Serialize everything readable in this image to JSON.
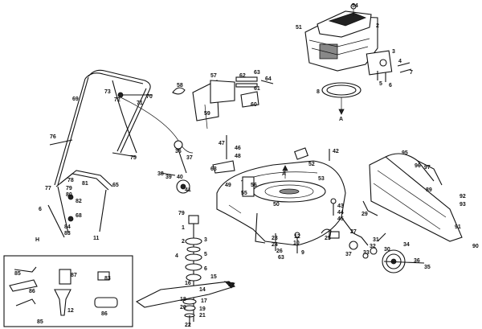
{
  "labels": {
    "l1": "1",
    "l2": "2",
    "l3": "3",
    "l4": "4",
    "l5": "5",
    "l6": "6",
    "l7": "7",
    "l8": "8",
    "l9": "9",
    "l10": "10",
    "l11": "11",
    "l12": "12",
    "l13": "13",
    "l14": "14",
    "l15": "15",
    "l16": "16",
    "l17": "17",
    "l18": "18",
    "l19": "19",
    "l20": "20",
    "l21": "21",
    "l22": "22",
    "l23": "23",
    "l24": "24",
    "l25": "25",
    "l26": "26",
    "l27": "27",
    "l28": "28",
    "l29": "29",
    "l30": "30",
    "l31": "31",
    "l32": "32",
    "l33": "33",
    "l34": "34",
    "l35": "35",
    "l36": "36",
    "l37": "37",
    "l38": "38",
    "l39": "39",
    "l40": "40",
    "l41": "41",
    "l42": "42",
    "l43": "43",
    "l44": "44",
    "l45": "45",
    "l46": "46",
    "l47": "47",
    "l48": "48",
    "l49": "49",
    "l50": "50",
    "l51": "51",
    "l52": "52",
    "l53": "53",
    "l54": "54",
    "l55": "55",
    "l56": "56",
    "l57": "57",
    "l58": "58",
    "l59": "59",
    "l60": "60",
    "l61": "61",
    "l62": "62",
    "l63": "63",
    "l64": "64",
    "l65": "65",
    "l68": "68",
    "l69": "69",
    "l70": "70",
    "l71": "71",
    "l72": "72",
    "l73": "73",
    "l75": "75",
    "l76": "76",
    "l77": "77",
    "l78": "78",
    "l79": "79",
    "l80": "80",
    "l81": "81",
    "l82": "82",
    "l83": "83",
    "l84": "84",
    "l85": "85",
    "l86": "86",
    "l87": "87",
    "l89": "89",
    "l90": "90",
    "l91": "91",
    "l92": "92",
    "l93": "93",
    "l95": "95",
    "l96": "96",
    "l97": "97",
    "arrowA_top": "A",
    "arrowA_bottom": "A",
    "arrowA_deck": "A",
    "handle_mark": "H"
  }
}
